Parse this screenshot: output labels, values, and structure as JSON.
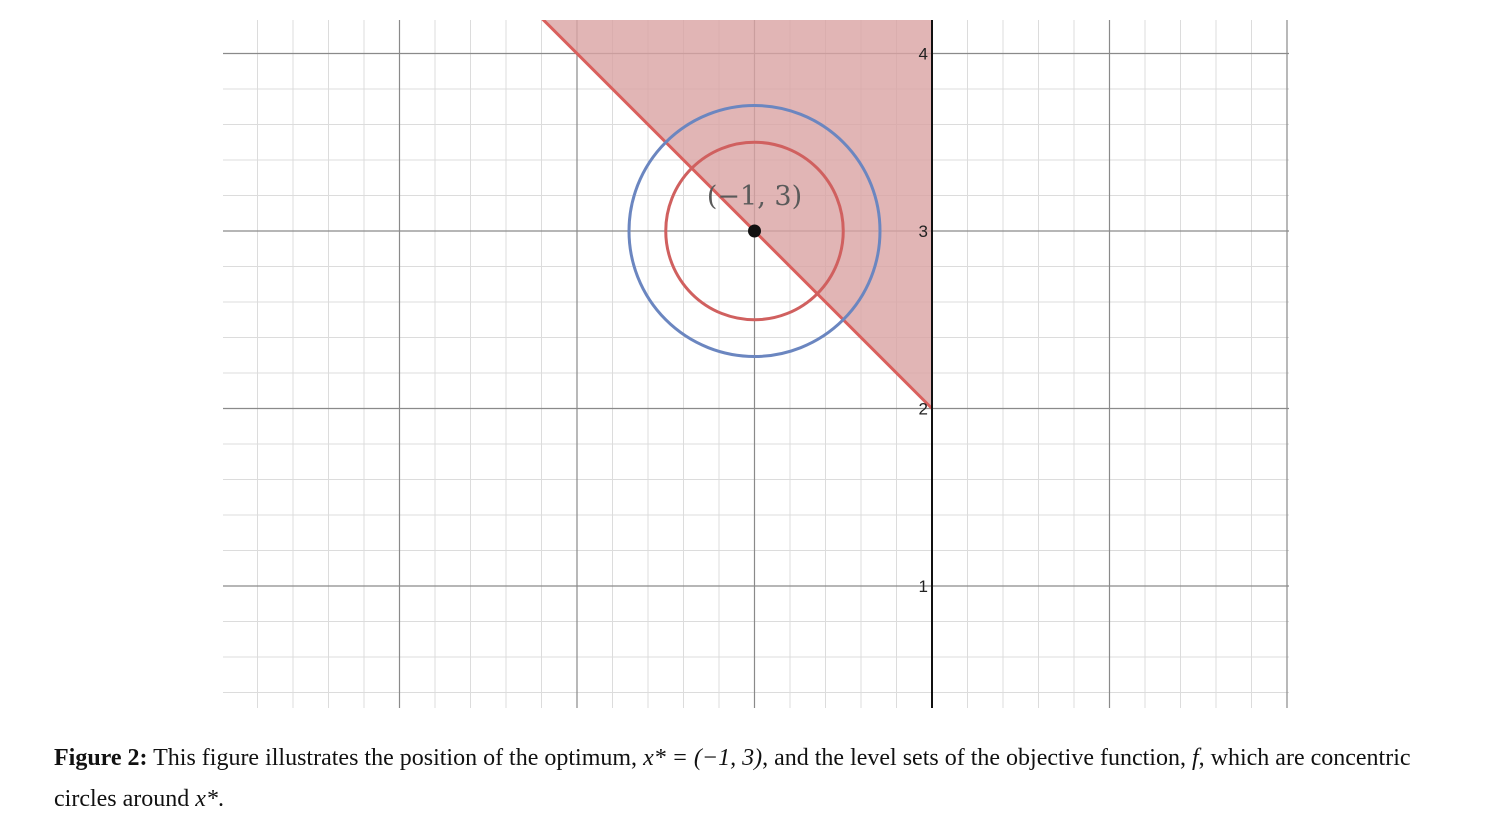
{
  "chart_data": {
    "type": "scatter",
    "xlim": [
      -4,
      2
    ],
    "ylim": [
      0.35,
      4.2
    ],
    "grid": true,
    "minor_divisions": 5,
    "y_ticks": [
      "1",
      "2",
      "3",
      "4"
    ],
    "feasible_region": {
      "description": "shaded half-plane x + y >= 2, x <= 0",
      "color": "#d9a3a3",
      "line_color": "#d9605d",
      "line_points": [
        [
          -3.2,
          5.2
        ],
        [
          0,
          2
        ]
      ]
    },
    "level_sets": [
      {
        "center": [
          -1,
          3
        ],
        "radius": 0.5,
        "color": "#d0605f"
      },
      {
        "center": [
          -1,
          3
        ],
        "radius": 0.707,
        "color": "#6b86c0"
      }
    ],
    "points": [
      {
        "x": -1,
        "y": 3,
        "label": "(−1, 3)"
      }
    ]
  },
  "caption": {
    "label": "Figure 2:",
    "text_1": " This figure illustrates the position of the optimum, ",
    "math_1": "x* = (−1, 3)",
    "text_2": ", and the level sets of the objective function, ",
    "math_2": "f",
    "text_3": ", which are concentric circles around ",
    "math_3": "x*",
    "text_4": "."
  }
}
